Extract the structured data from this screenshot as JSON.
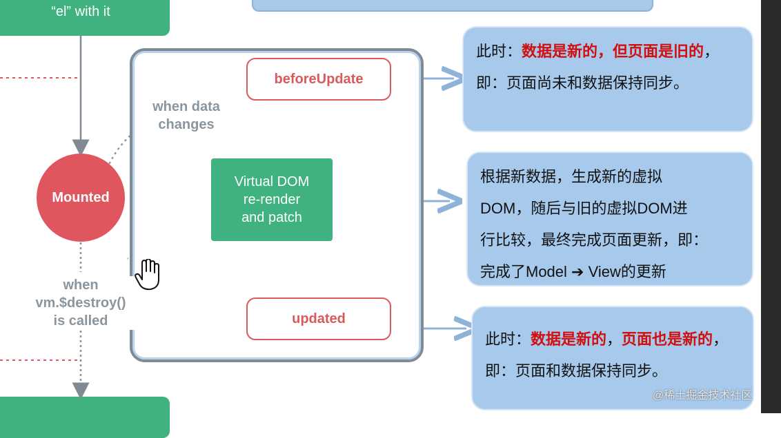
{
  "top_box": {
    "text": "“el” with it"
  },
  "hooks": {
    "before_update": "beforeUpdate",
    "updated": "updated",
    "mounted": "Mounted"
  },
  "virtual_dom": {
    "line1": "Virtual DOM",
    "line2": "re-render",
    "line3": "and patch"
  },
  "labels": {
    "when_data_line1": "when data",
    "when_data_line2": "changes",
    "when_destroy_line1": "when",
    "when_destroy_line2": "vm.$destroy()",
    "when_destroy_line3": "is called"
  },
  "notes": {
    "note1": {
      "prefix": "此时：",
      "red1": "数据是新的",
      "sep": "，",
      "red2": "但页面是旧的",
      "suffix": "，即：页面尚未和数据保持同步。"
    },
    "note2": {
      "text_a": "根据新数据，生成新的虚拟",
      "text_b": "DOM，随后与旧的虚拟DOM进",
      "text_c": "行比较，最终完成页面更新，即：",
      "text_d": "完成了Model ➔ View的更新"
    },
    "note3": {
      "prefix": "此时：",
      "red1": "数据是新的",
      "sep": "，",
      "red2": "页面也是新的",
      "suffix": "，即：页面和数据保持同步。"
    }
  },
  "watermark": "@稀土掘金技术社区",
  "colors": {
    "green": "#3fb27f",
    "red": "#e0565f",
    "note_blue": "#a6c9ec",
    "highlight_red": "#d10f0f",
    "arrow_blue": "#8fb2d8"
  }
}
